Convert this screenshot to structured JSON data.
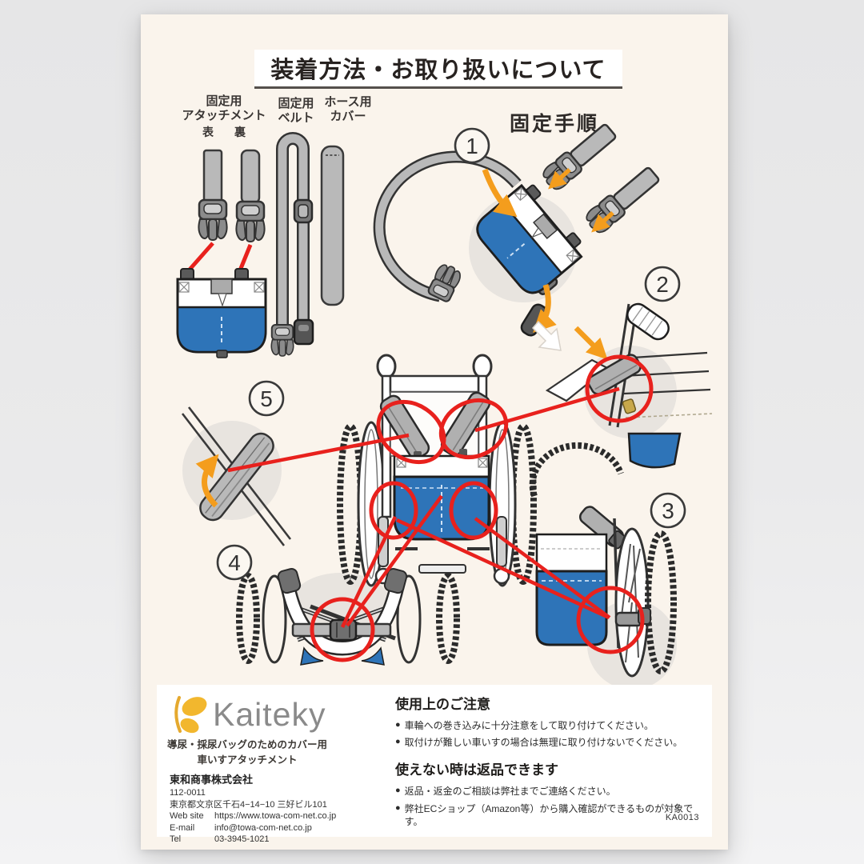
{
  "page": {
    "title": "装着方法・お取り扱いについて",
    "doc_code": "KA0013"
  },
  "parts_labels": {
    "attachment_line1": "固定用",
    "attachment_line2": "アタッチメント",
    "attachment_front": "表",
    "attachment_back": "裏",
    "belt_line1": "固定用",
    "belt_line2": "ベルト",
    "hose_line1": "ホース用",
    "hose_line2": "カバー"
  },
  "procedure": {
    "heading": "固定手順",
    "steps": [
      "1",
      "2",
      "3",
      "4",
      "5"
    ]
  },
  "footer": {
    "brand": "Kaiteky",
    "product_line1": "導尿・採尿バッグのためのカバー用",
    "product_line2": "車いすアタッチメント",
    "company": "東和商事株式会社",
    "postal": "112-0011",
    "address": "東京都文京区千石4−14−10 三好ビル101",
    "web_label": "Web site",
    "web_value": "https://www.towa-com-net.co.jp",
    "email_label": "E-mail",
    "email_value": "info@towa-com-net.co.jp",
    "tel_label": "Tel",
    "tel_value": "03-3945-1021",
    "bullet_char": "●",
    "notice_heading": "使用上のご注意",
    "notice_items": [
      "車輪への巻き込みに十分注意をして取り付けてください。",
      "取付けが難しい車いすの場合は無理に取り付けないでください。"
    ],
    "returns_heading": "使えない時は返品できます",
    "returns_items": [
      "返品・返金のご相談は弊社までご連絡ください。",
      "弊社ECショップ（Amazon等）から購入確認ができるものが対象です。"
    ]
  },
  "colors": {
    "accent_red": "#E8211D",
    "accent_orange": "#F49D1D",
    "bag_blue": "#2E74B8",
    "brand_yellow": "#F2B72E",
    "brand_gray": "#8A8A8A",
    "sheet_cream": "#FAF4EC"
  }
}
